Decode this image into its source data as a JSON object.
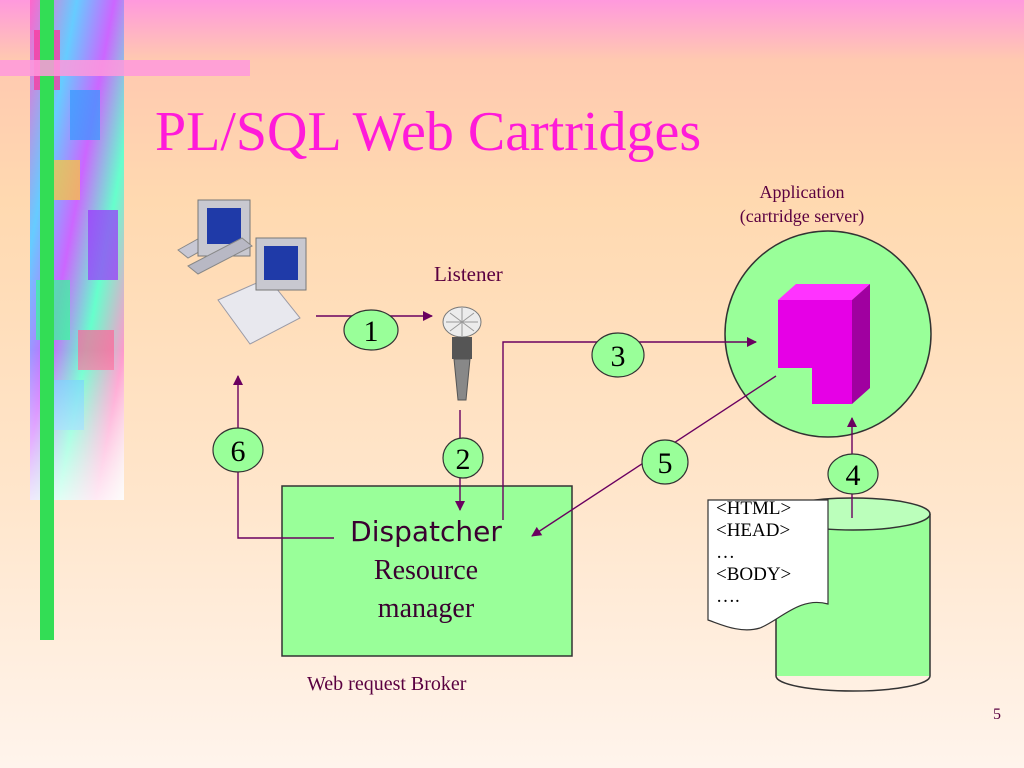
{
  "slide": {
    "title": "PL/SQL Web Cartridges",
    "number": "5"
  },
  "diagram": {
    "application_label_1": "Application",
    "application_label_2": "(cartridge server)",
    "listener_label": "Listener",
    "broker_label": "Web request Broker",
    "box_line_1": "Dispatcher",
    "box_line_2": "Resource",
    "box_line_3": "manager",
    "doc_lines": [
      "<HTML>",
      "<HEAD>",
      "…",
      "<BODY>",
      "…."
    ],
    "steps": [
      "1",
      "2",
      "3",
      "4",
      "5",
      "6"
    ]
  },
  "colors": {
    "title": "#ff1ad9",
    "box_fill": "#99ff99",
    "cartridge": "#e600e6",
    "arrow": "#6a0060"
  }
}
